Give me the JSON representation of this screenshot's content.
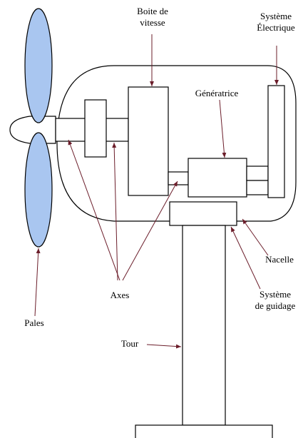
{
  "colors": {
    "blade_fill": "#a9c6f0",
    "stroke": "#000000",
    "arrow": "#6b1d2a",
    "background": "#ffffff"
  },
  "labels": {
    "gearbox": [
      "Boite de",
      "vitesse"
    ],
    "electrical": [
      "Système",
      "Électrique"
    ],
    "generator": "Génératrice",
    "nacelle": "Nacelle",
    "yaw": [
      "Système",
      "de guidage"
    ],
    "axes": "Axes",
    "blades": "Pales",
    "tower": "Tour"
  }
}
